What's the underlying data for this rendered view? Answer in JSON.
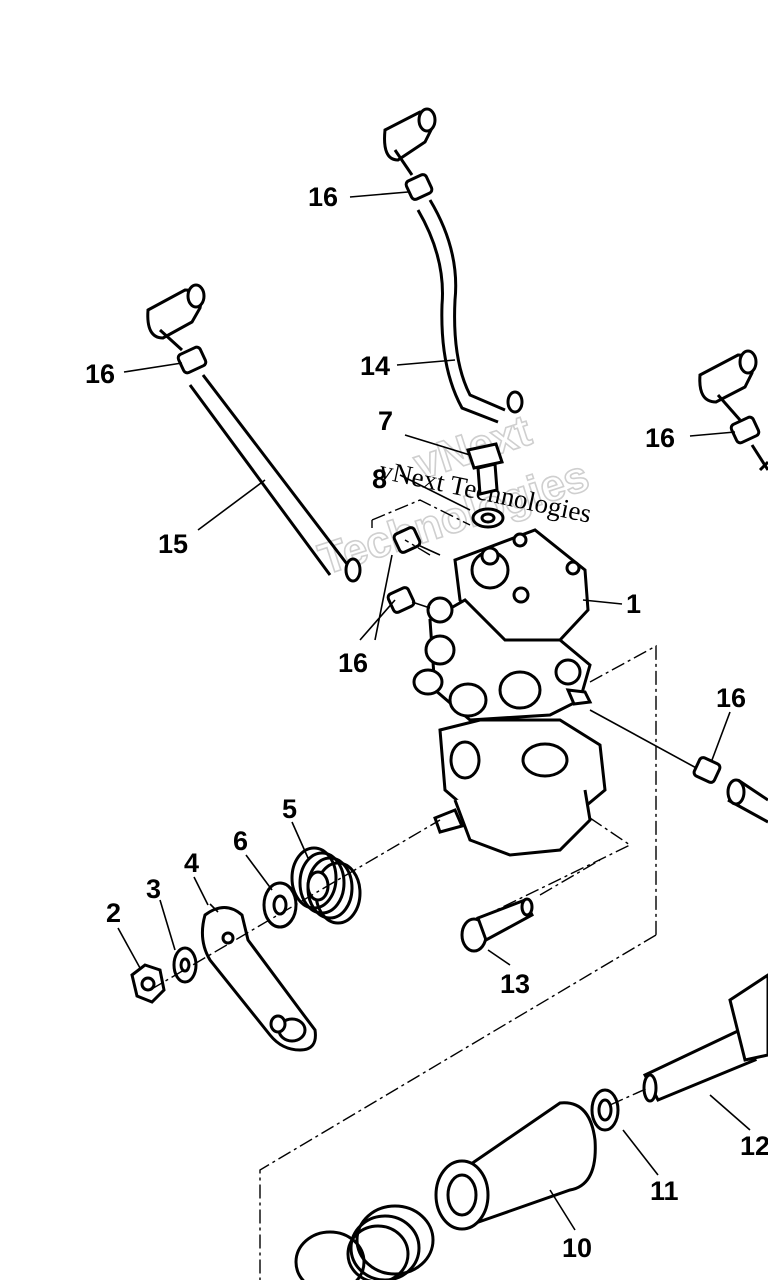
{
  "diagram": {
    "callouts": {
      "c1": "1",
      "c2": "2",
      "c3": "3",
      "c4": "4",
      "c5": "5",
      "c6": "6",
      "c7": "7",
      "c8": "8",
      "c10": "10",
      "c11": "11",
      "c12": "12",
      "c13": "13",
      "c14": "14",
      "c15": "15",
      "c16a": "16",
      "c16b": "16",
      "c16c": "16",
      "c16d": "16",
      "c16e": "16"
    },
    "watermark": {
      "line1": "vNext",
      "line2": "Technologies",
      "line3": "vNext Technologies"
    }
  }
}
